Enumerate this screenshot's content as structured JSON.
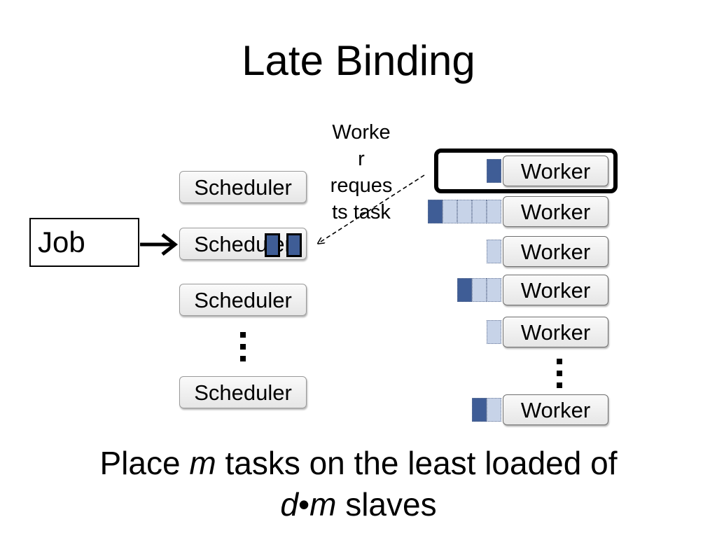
{
  "title": "Late Binding",
  "job_label": "Job",
  "scheduler_label": "Scheduler",
  "worker_label": "Worker",
  "annotation": [
    "Worke",
    "r",
    "reques",
    "ts task"
  ],
  "bottom_text": {
    "line1_before": "Place ",
    "line1_var": "m",
    "line1_after": " tasks on the least loaded of",
    "line2_var_d": "d",
    "line2_bullet": "•",
    "line2_var_m": "m",
    "line2_after": " slaves"
  },
  "worker_queues": [
    {
      "filled": 1,
      "empty": 0
    },
    {
      "filled": 1,
      "empty": 4
    },
    {
      "filled": 0,
      "empty": 1
    },
    {
      "filled": 1,
      "empty": 2
    },
    {
      "filled": 0,
      "empty": 1
    },
    {
      "filled": 1,
      "empty": 1
    }
  ],
  "colors": {
    "task_filled": "#3f5d96",
    "task_empty": "#c7d3e8",
    "box_border": "#9a9a9a"
  }
}
